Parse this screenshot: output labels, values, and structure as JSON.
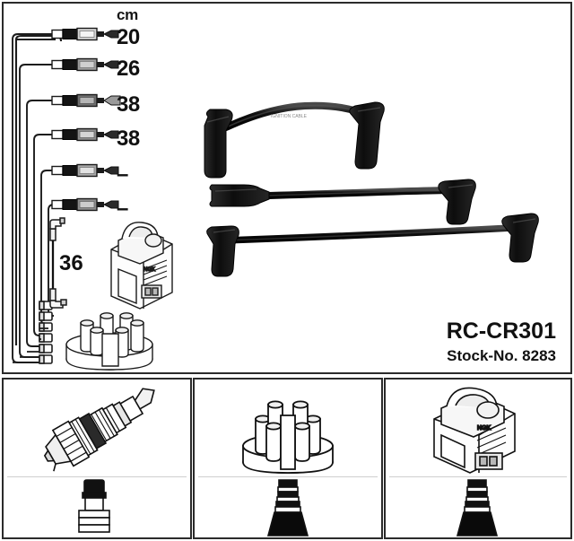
{
  "product": {
    "code": "RC-CR301",
    "stock_label": "Stock-No. 8283",
    "stock_prefix": "Stock-No.",
    "stock_number": "8283"
  },
  "measurements": {
    "unit_header": "cm",
    "rows": [
      {
        "index": 1,
        "length": "20",
        "has_value": true
      },
      {
        "index": 2,
        "length": "26",
        "has_value": true
      },
      {
        "index": 3,
        "length": "38",
        "has_value": true
      },
      {
        "index": 4,
        "length": "38",
        "has_value": true
      },
      {
        "index": 5,
        "length": "–",
        "has_value": false
      },
      {
        "index": 6,
        "length": "–",
        "has_value": false
      }
    ],
    "coil_lead_length": "36"
  },
  "diagram": {
    "harness_title": "ignition-cable-harness",
    "components": [
      {
        "name": "ignition-coil",
        "type": "line-drawing"
      },
      {
        "name": "distributor-cap",
        "type": "line-drawing"
      },
      {
        "name": "coil-lead-cable",
        "type": "line-drawing"
      }
    ],
    "photo_cables": [
      {
        "name": "cable-photo-top"
      },
      {
        "name": "cable-photo-middle"
      },
      {
        "name": "cable-photo-bottom"
      }
    ]
  },
  "panels": [
    {
      "id": "panel-1",
      "top_item": "spark-plug",
      "bottom_item": "spark-plug-boot-straight"
    },
    {
      "id": "panel-2",
      "top_item": "distributor-cap",
      "bottom_item": "distributor-boot-tapered"
    },
    {
      "id": "panel-3",
      "top_item": "ignition-coil",
      "bottom_item": "coil-boot-tapered"
    }
  ],
  "colors": {
    "ink": "#111111",
    "border": "#2b2b2b",
    "divider": "#cfcfcf",
    "cable_black": "#1a1a1a",
    "background": "#ffffff"
  }
}
